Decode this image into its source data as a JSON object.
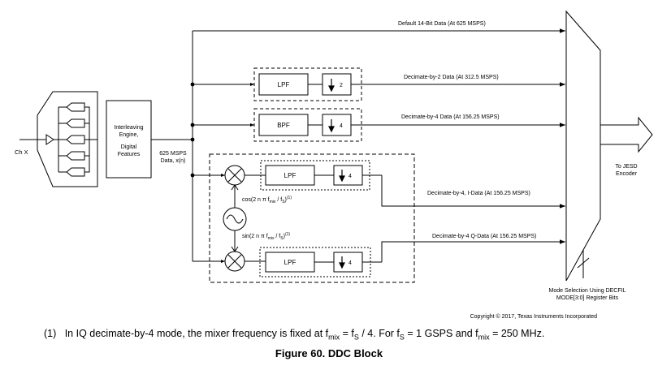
{
  "input": {
    "label": "Ch X"
  },
  "engine": {
    "line1": "Interleaving",
    "line2": "Engine,",
    "line3": "Digital",
    "line4": "Features"
  },
  "data_rate": {
    "line1": "625 MSPS",
    "line2": "Data, x(n)"
  },
  "paths": {
    "default": "Default 14-Bit Data (At 625 MSPS)",
    "dec2": "Decimate-by-2 Data (At 312.5 MSPS)",
    "dec4": "Decimate-by-4 Data (At 156.25 MSPS)",
    "i_data": "Decimate-by-4, I-Data (At 156.25 MSPS)",
    "q_data": "Decimate-by-4 Q-Data (At 156.25 MSPS)"
  },
  "filters": {
    "lpf": "LPF",
    "bpf": "BPF"
  },
  "decimation": {
    "two": "2",
    "four": "4"
  },
  "mixer": {
    "cos_pre": "cos(2 n π f",
    "cos_mid": " / f",
    "cos_post": ")",
    "sin_pre": "sin(2 n π f",
    "sin_mid": " / f",
    "sin_post": ")",
    "sub_mix": "mix",
    "sub_s": "S",
    "note_ref": "(1)"
  },
  "output": {
    "line1": "To JESD",
    "line2": "Encoder"
  },
  "mode_select": {
    "line1": "Mode Selection Using DECFIL",
    "line2": "MODE[3:0] Register Bits"
  },
  "copyright": "Copyright © 2017, Texas Instruments Incorporated",
  "footnote": {
    "num": "(1)",
    "text1": "In IQ decimate-by-4 mode, the mixer frequency is fixed at f",
    "sub_mix": "mix",
    "text2": " = f",
    "sub_s": "S",
    "text3": " / 4. For f",
    "text4": " = 1 GSPS and f",
    "text5": " = 250 MHz."
  },
  "figure_title": "Figure 60.  DDC Block"
}
